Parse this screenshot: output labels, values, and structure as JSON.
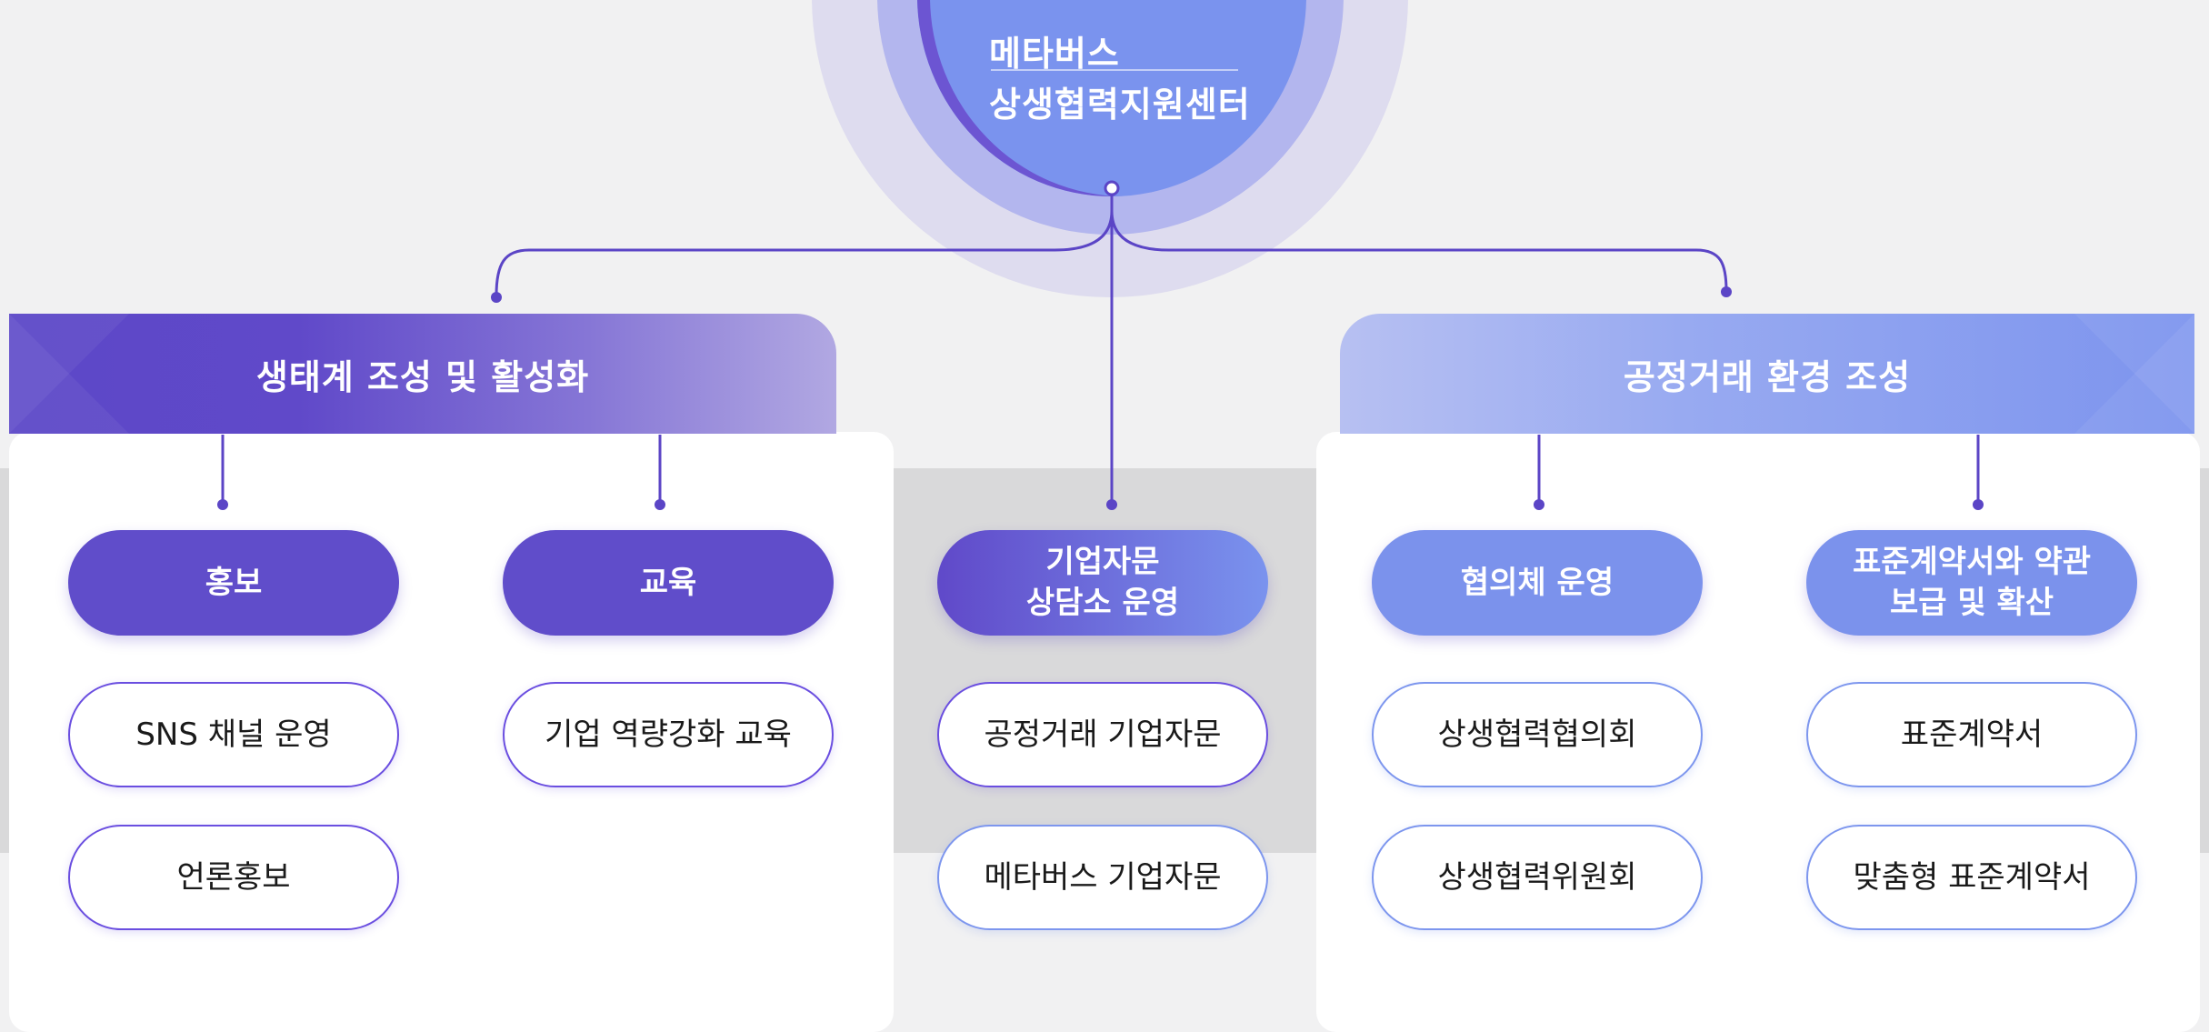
{
  "center": {
    "title_line1": "메타버스",
    "title_line2": "상생협력지원센터"
  },
  "left_group": {
    "title": "생태계 조성 및 활성화",
    "columns": [
      {
        "header": "홍보",
        "items": [
          "SNS 채널 운영",
          "언론홍보"
        ]
      },
      {
        "header": "교육",
        "items": [
          "기업 역량강화 교육"
        ]
      }
    ]
  },
  "center_column": {
    "header": "기업자문\n상담소 운영",
    "items": [
      "공정거래 기업자문",
      "메타버스 기업자문"
    ]
  },
  "right_group": {
    "title": "공정거래 환경 조성",
    "columns": [
      {
        "header": "협의체 운영",
        "items": [
          "상생협력협의회",
          "상생협력위원회"
        ]
      },
      {
        "header": "표준계약서와 약관\n보급 및 확산",
        "items": [
          "표준계약서",
          "맞춤형 표준계약서"
        ]
      }
    ]
  },
  "colors": {
    "primary": "#604dca",
    "secondary": "#7b92ec",
    "line": "#5b45c6",
    "background": "#f1f1f2",
    "band": "#d9d9da"
  }
}
